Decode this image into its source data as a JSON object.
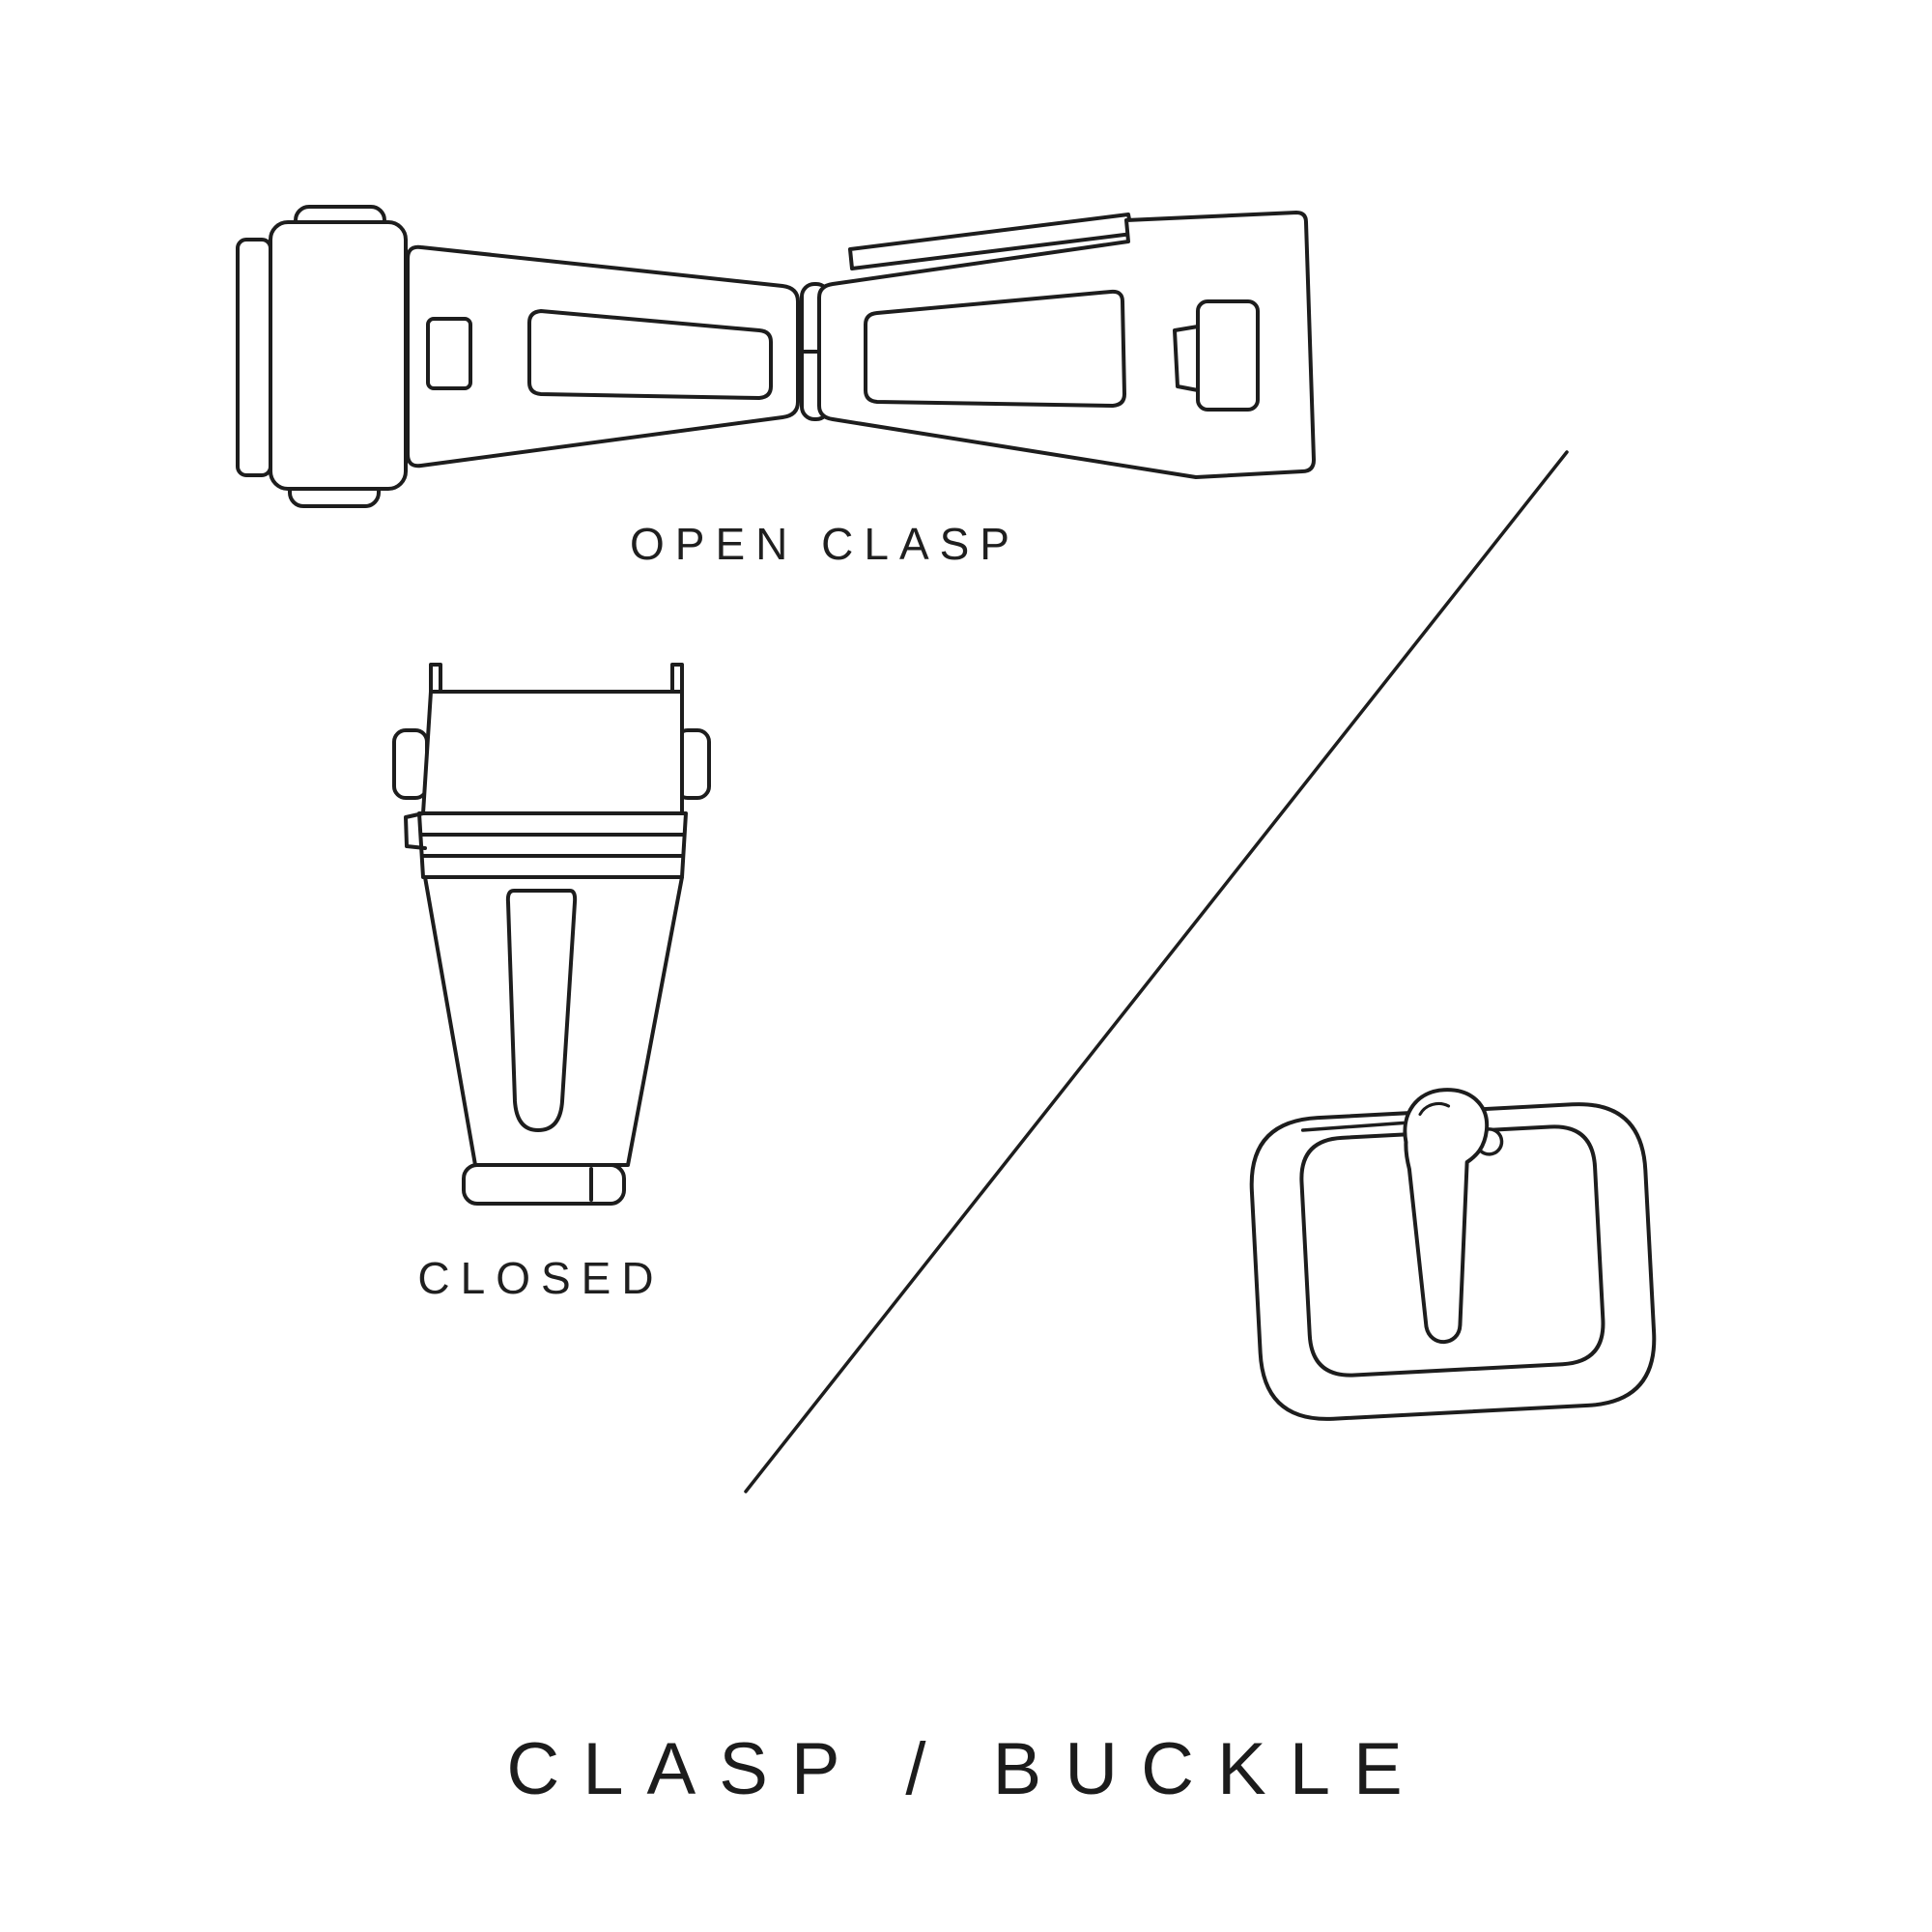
{
  "canvas": {
    "background": "#ffffff",
    "line_color": "#1d1d1d",
    "text_color": "#1f1f1f"
  },
  "labels": {
    "open_clasp": "OPEN CLASP",
    "closed": "CLOSED",
    "title": "CLASP / BUCKLE"
  },
  "illustrations": {
    "open_clasp": "open-clasp-illustration",
    "closed_clasp": "closed-clasp-illustration",
    "tang_buckle": "tang-buckle-illustration",
    "divider": "diagonal-divider-line"
  }
}
